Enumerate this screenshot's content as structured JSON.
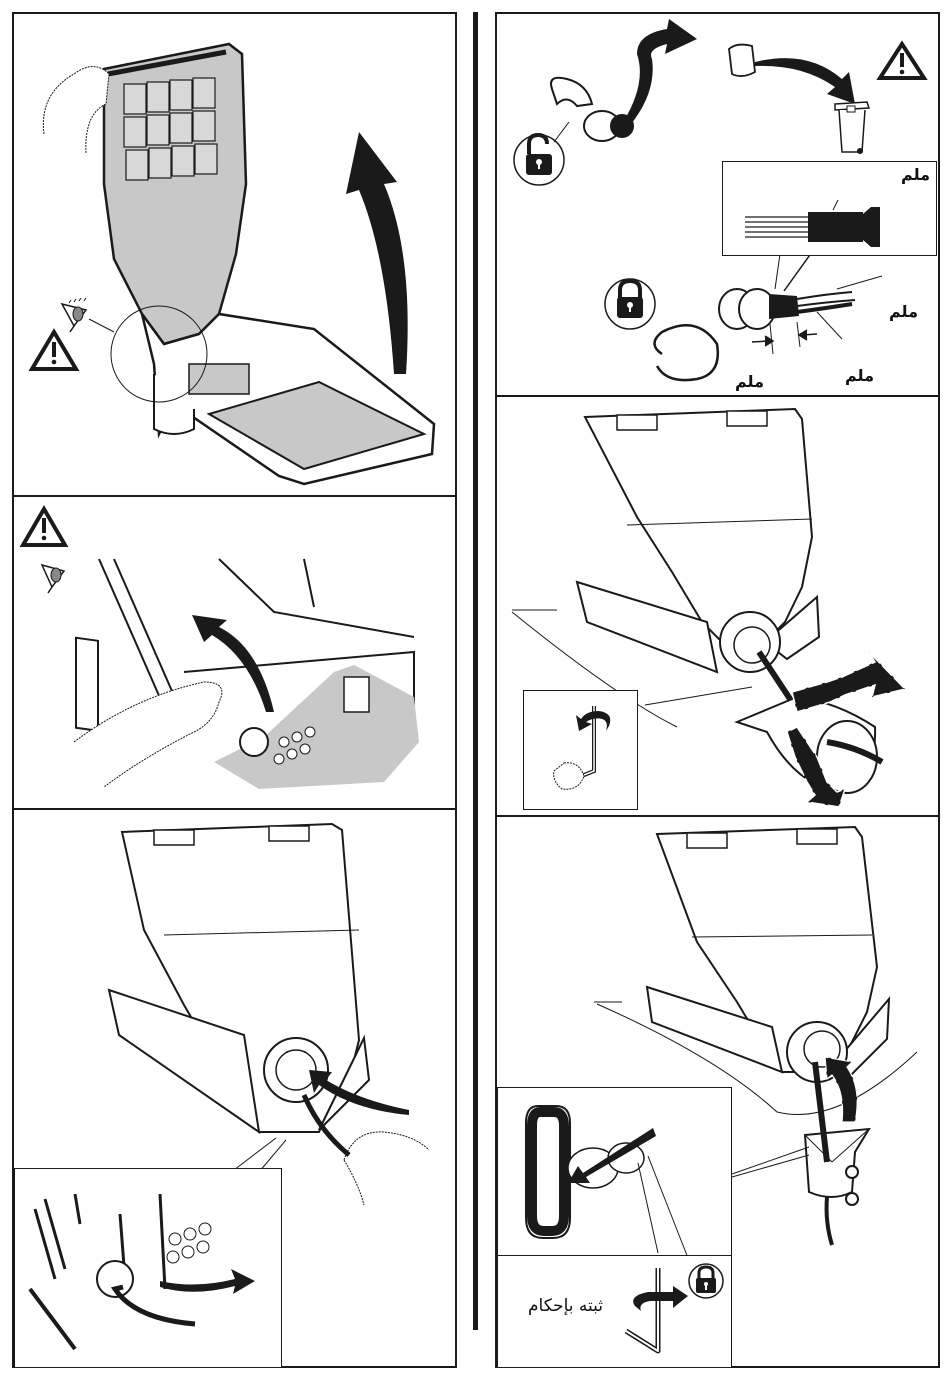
{
  "document": {
    "type": "installation-instructions-page",
    "language": "ar",
    "columns": 2,
    "panels": [
      {
        "id": "step-open-cover",
        "icons": [
          "warning-icon",
          "eye-inspect-icon",
          "rotate-up-arrow-icon",
          "hand-icon"
        ]
      },
      {
        "id": "step-loosen-gland",
        "icons": [
          "warning-icon",
          "eye-inspect-icon",
          "curved-arrow-icon",
          "hand-icon"
        ]
      },
      {
        "id": "step-insert-cable",
        "icons": [
          "curved-arrow-icon",
          "hand-icon"
        ]
      },
      {
        "id": "step-prepare-cable",
        "icons": [
          "unlock-icon",
          "lock-icon",
          "warning-icon",
          "trash-bin-icon",
          "wrench-icon"
        ],
        "labels": {
          "inset_dimension": "ملم",
          "outer_sheath": "ملم",
          "strip_length": "ملم",
          "gland_size": "ملم"
        }
      },
      {
        "id": "step-remove-adapter",
        "icons": [
          "hex-key-loosen-icon",
          "arrow-out-icon"
        ]
      },
      {
        "id": "step-fix-adapter",
        "icons": [
          "lock-icon",
          "hex-key-tighten-icon",
          "arrow-in-icon"
        ],
        "labels": {
          "tighten_firmly": "ثبته بإحكام"
        }
      }
    ]
  },
  "colors": {
    "ink": "#1a1a1a",
    "shade": "#c8c8c8",
    "paper": "#ffffff"
  }
}
